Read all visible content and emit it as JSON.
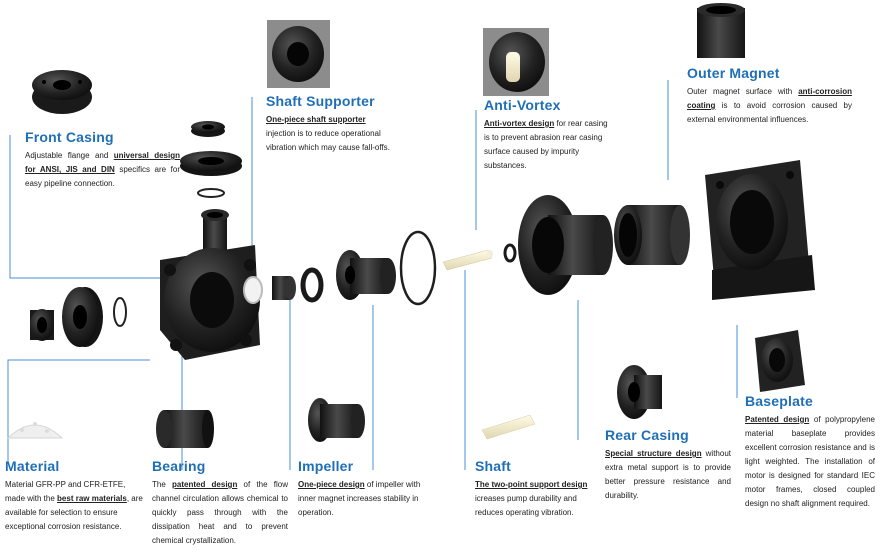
{
  "colors": {
    "accent": "#1f6fb7",
    "leader": "#4a90d9",
    "part": "#1c1c1c",
    "text": "#222222"
  },
  "callouts": {
    "front_casing": {
      "title": "Front Casing",
      "t1": "Adjustable flange and ",
      "b1": "universal design for ANSI, JIS and DIN",
      "t2": " specifics are for easy pipeline connection."
    },
    "shaft_supporter": {
      "title": "Shaft Supporter",
      "b1": "One-piece shaft supporter",
      "t1": " injection is to reduce operational vibration which may cause fall-offs."
    },
    "anti_vortex": {
      "title": "Anti-Vortex",
      "b1": "Anti-vortex design",
      "t1": " for rear casing is to prevent abrasion rear casing surface caused by impurity substances."
    },
    "outer_magnet": {
      "title": "Outer Magnet",
      "t1": "Outer magnet surface with ",
      "b1": "anti-corrosion coating",
      "t2": " is to avoid corrosion caused by external environmental influences."
    },
    "material": {
      "title": "Material",
      "t1": "Material GFR-PP and CFR-ETFE, made with the ",
      "b1": "best raw materials",
      "t2": ", are available for selection to ensure exceptional corrosion resistance."
    },
    "bearing": {
      "title": "Bearing",
      "t1": "The ",
      "b1": "patented design",
      "t2": " of the flow channel circulation allows chemical to quickly pass through with the dissipation heat and to prevent chemical crystallization."
    },
    "impeller": {
      "title": "Impeller",
      "b1": "One-piece design",
      "t1": " of impeller with inner magnet increases stability in operation."
    },
    "shaft": {
      "title": "Shaft",
      "b1": "The two-point support design",
      "t1": " icreases pump durability and reduces operating vibration."
    },
    "rear_casing": {
      "title": "Rear Casing",
      "b1": "Special structure design",
      "t1": " without extra metal support is to provide better pressure resistance and durability."
    },
    "baseplate": {
      "title": "Baseplate",
      "b1": "Patented design",
      "t1": " of polypropylene material baseplate provides excellent corrosion resistance and is light weighted. The installation of motor is designed for standard IEC motor frames, closed coupled design no shaft alignment required."
    }
  },
  "icons": [
    "flange-icon",
    "pump-casing-icon",
    "bearing-icon",
    "impeller-icon",
    "shaft-icon",
    "magnet-icon",
    "motor-bracket-icon",
    "pellets-icon"
  ]
}
